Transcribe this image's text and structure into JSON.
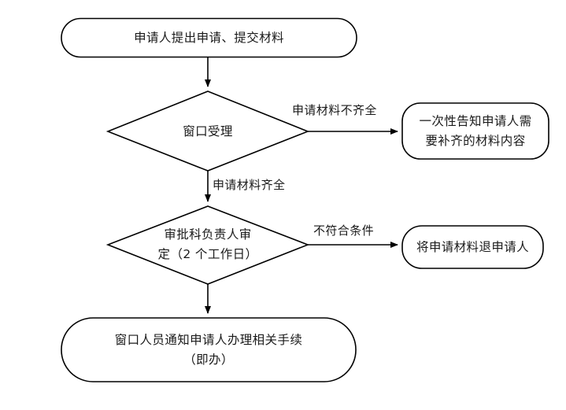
{
  "diagram": {
    "type": "flowchart",
    "orientation": "top-to-bottom",
    "background_color": "#ffffff",
    "stroke_color": "#000000",
    "text_color": "#1a1a1a",
    "nodes": [
      {
        "id": "start",
        "shape": "rounded-rectangle",
        "label": "申请人提出申请、提交材料"
      },
      {
        "id": "window-accept",
        "shape": "diamond",
        "label": "窗口受理"
      },
      {
        "id": "notify-missing",
        "shape": "rounded-rectangle",
        "label": "一次性告知申请人需\n要补齐的材料内容"
      },
      {
        "id": "approval-review",
        "shape": "diamond",
        "label": "审批科负责人审\n定（2 个工作日）"
      },
      {
        "id": "return-materials",
        "shape": "rounded-rectangle",
        "label": "将申请材料退申请人"
      },
      {
        "id": "notify-procedures",
        "shape": "rounded-rectangle",
        "label": "窗口人员通知申请人办理相关手续\n（即办）"
      }
    ],
    "edges": [
      {
        "id": "start-to-window",
        "from": "start",
        "to": "window-accept",
        "label": ""
      },
      {
        "id": "window-to-notify-missing",
        "from": "window-accept",
        "to": "notify-missing",
        "label": "申请材料不齐全"
      },
      {
        "id": "window-to-approval",
        "from": "window-accept",
        "to": "approval-review",
        "label": "申请材料齐全"
      },
      {
        "id": "approval-to-return",
        "from": "approval-review",
        "to": "return-materials",
        "label": "不符合条件"
      },
      {
        "id": "approval-to-procedures",
        "from": "approval-review",
        "to": "notify-procedures",
        "label": ""
      }
    ]
  }
}
